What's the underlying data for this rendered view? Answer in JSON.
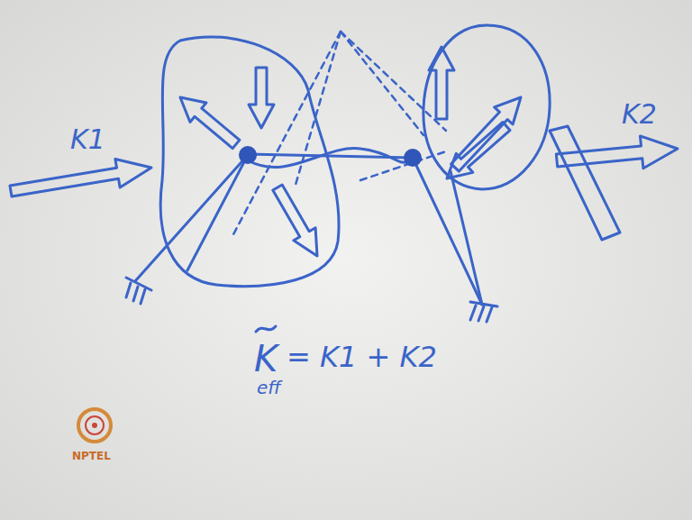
{
  "diagram": {
    "labels": [
      "K1",
      "K2",
      "K",
      "eff",
      "= K1 + K2",
      "NPTEL"
    ]
  }
}
